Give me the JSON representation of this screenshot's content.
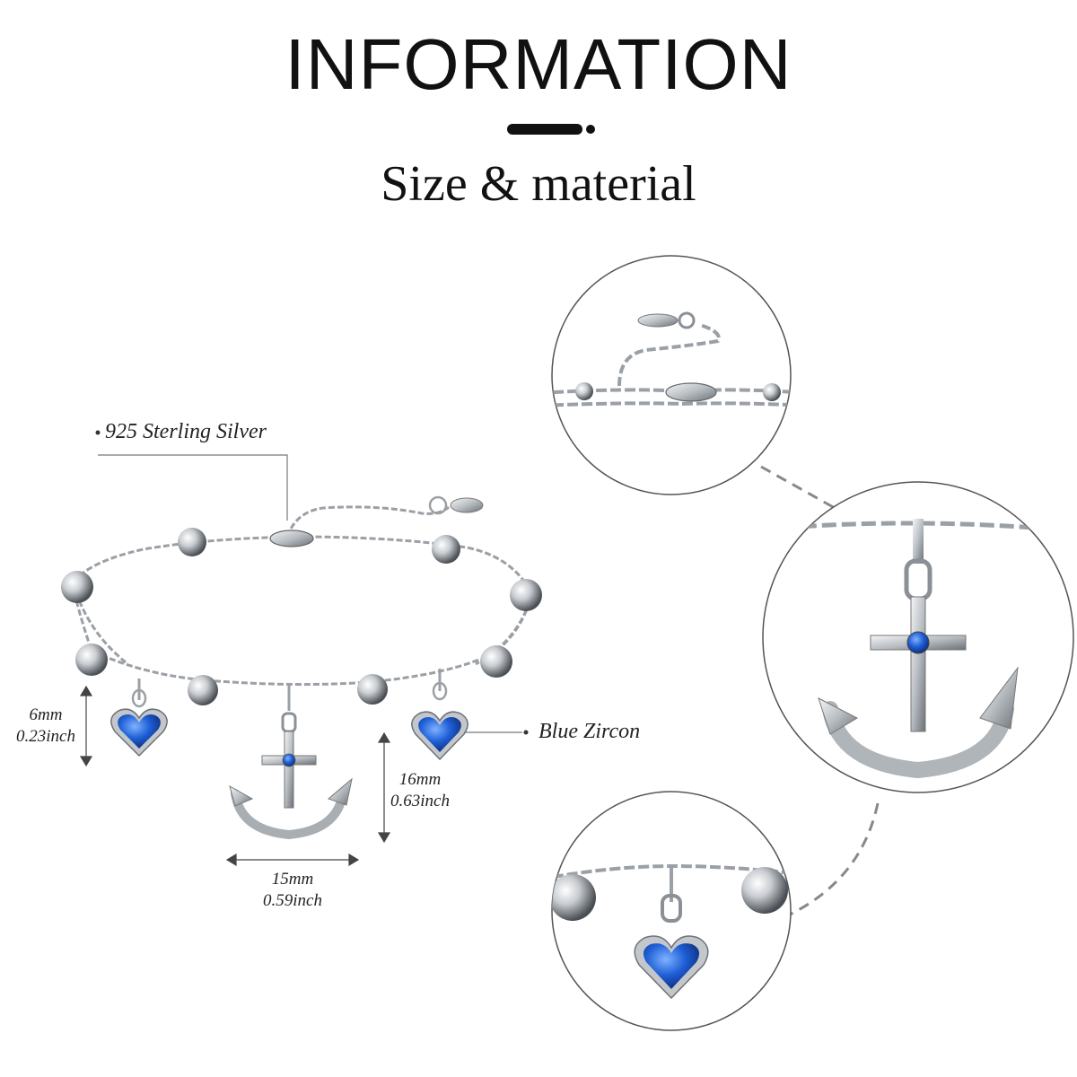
{
  "header": {
    "title": "INFORMATION",
    "subtitle": "Size & material"
  },
  "callouts": {
    "material": "925 Sterling Silver",
    "stone": "Blue Zircon"
  },
  "dimensions": {
    "heart_height_mm": "6mm",
    "heart_height_inch": "0.23inch",
    "anchor_height_mm": "16mm",
    "anchor_height_inch": "0.63inch",
    "anchor_width_mm": "15mm",
    "anchor_width_inch": "0.59inch"
  },
  "colors": {
    "text": "#111111",
    "silver": "#c8ccd0",
    "zircon_blue": "#1d4fbf",
    "line_gray": "#888888"
  },
  "icons": [
    "bracelet-image",
    "clasp-detail-image",
    "anchor-detail-image",
    "heart-charm-detail-image"
  ]
}
